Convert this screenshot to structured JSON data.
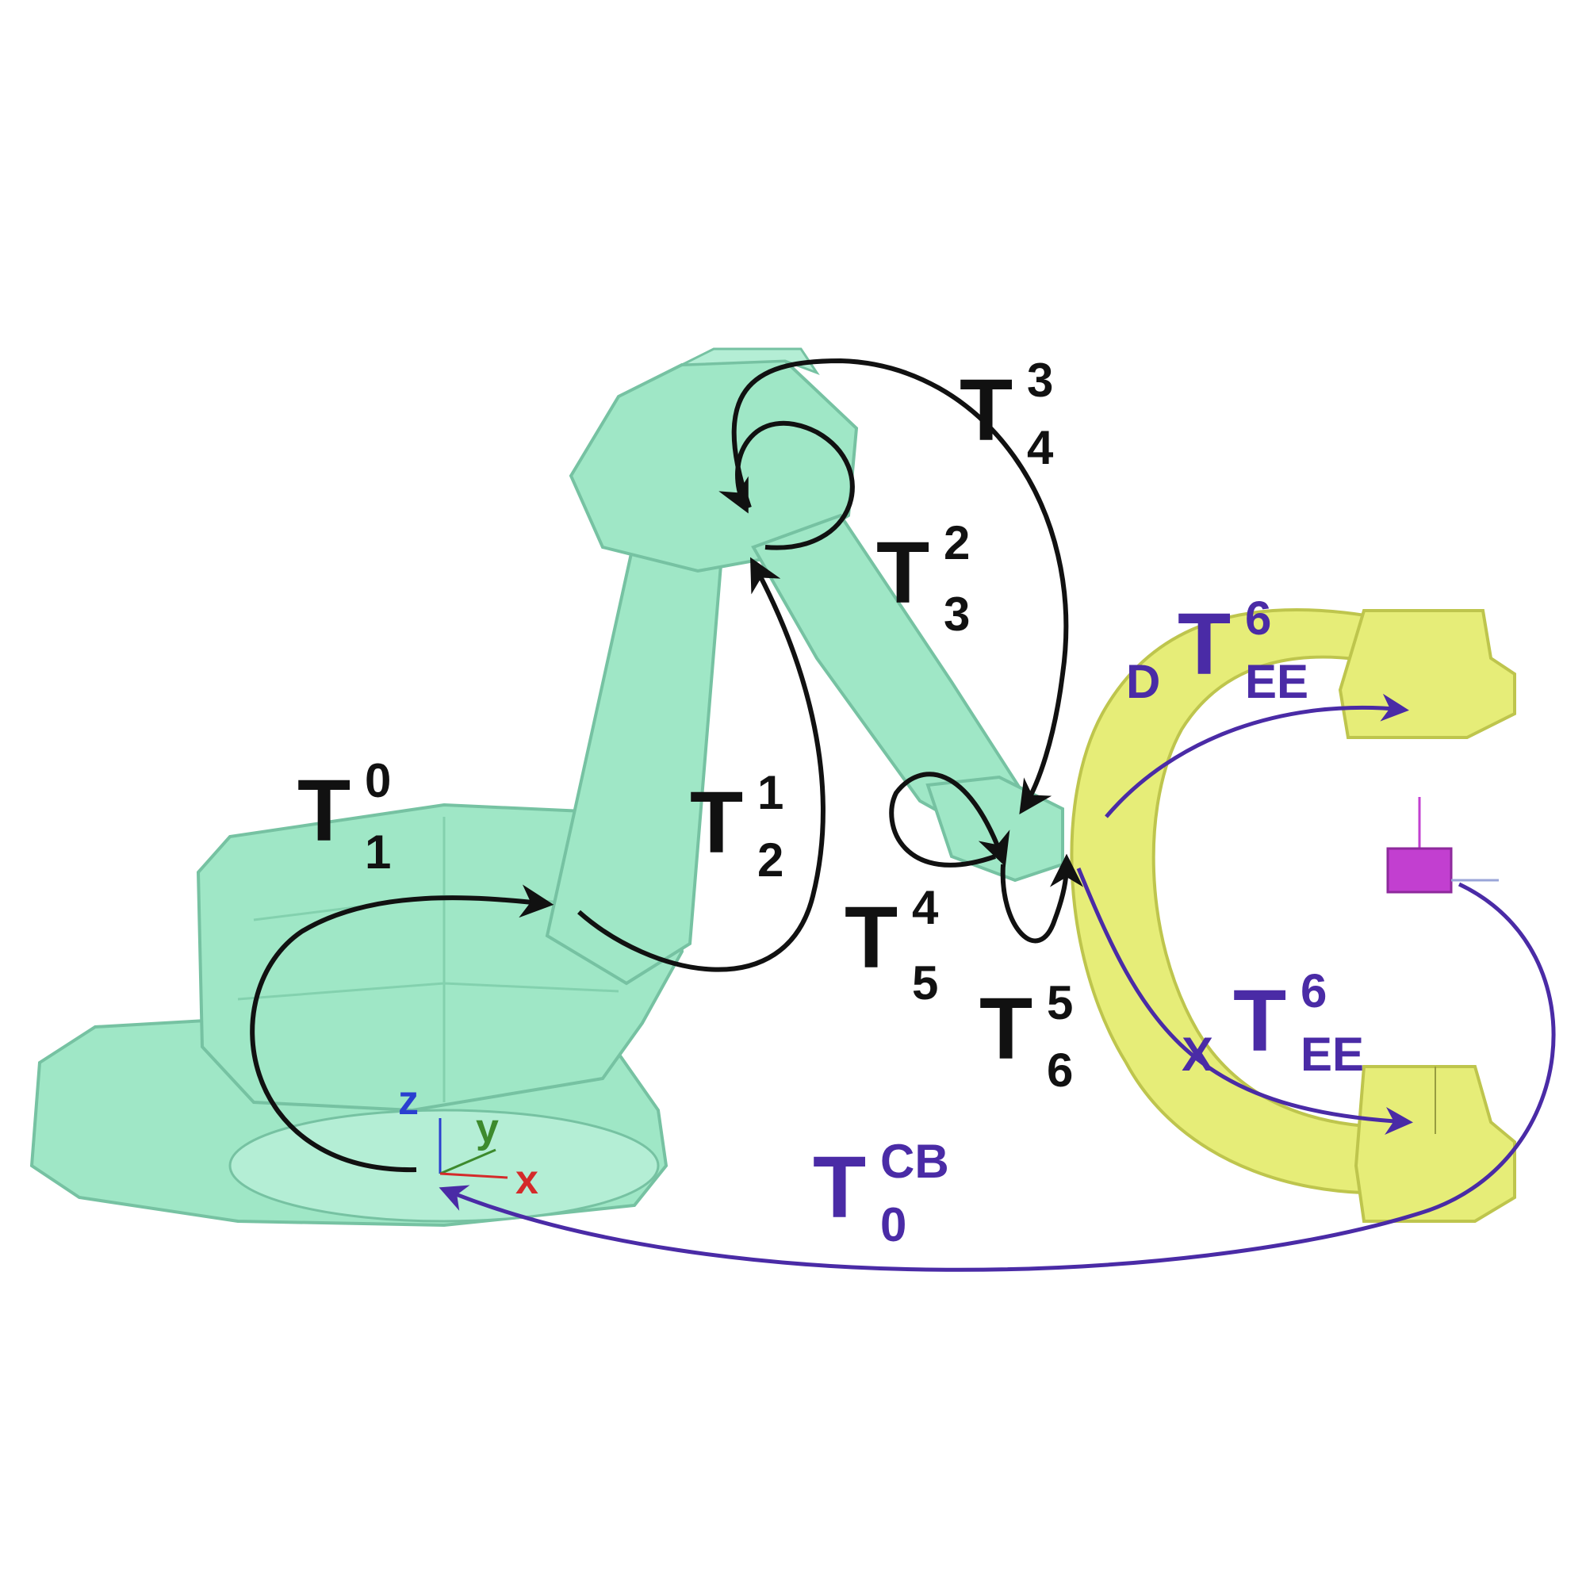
{
  "colors": {
    "robot_body": "#8fe3bd",
    "robot_edge": "#5fb892",
    "carm_body": "#e4ec6a",
    "carm_edge": "#b7bf3a",
    "detector_marker": "#c23fd0",
    "chain_arrow": "#111111",
    "calibration_arrow": "#4a2ba6",
    "axis_x": "#d42a2a",
    "axis_y": "#3d8a2d",
    "axis_z": "#2a3fd0"
  },
  "axes": {
    "x": "x",
    "y": "y",
    "z": "z"
  },
  "transforms": {
    "t01": {
      "base": "T",
      "sup": "0",
      "sub": "1"
    },
    "t12": {
      "base": "T",
      "sup": "1",
      "sub": "2"
    },
    "t23": {
      "base": "T",
      "sup": "2",
      "sub": "3"
    },
    "t34": {
      "base": "T",
      "sup": "3",
      "sub": "4"
    },
    "t45": {
      "base": "T",
      "sup": "4",
      "sub": "5"
    },
    "t56": {
      "base": "T",
      "sup": "5",
      "sub": "6"
    },
    "t6ee_d": {
      "pre": "D",
      "base": "T",
      "sup": "6",
      "sub": "EE"
    },
    "t6ee_x": {
      "pre": "X",
      "base": "T",
      "sup": "6",
      "sub": "EE"
    },
    "t0cb": {
      "base": "T",
      "sup": "CB",
      "sub": "0"
    }
  }
}
